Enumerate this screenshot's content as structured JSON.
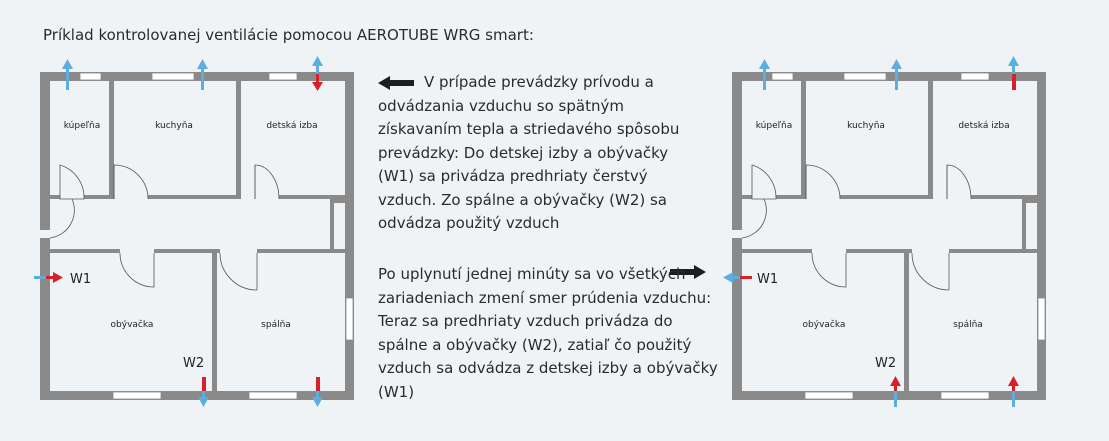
{
  "title": "Príklad kontrolovanej ventilácie pomocou AEROTUBE WRG smart:",
  "paragraph_1": "V prípade prevádzky prívodu a odvádzania vzduchu so spätným získavaním tepla a striedavého spôsobu prevádzky: Do detskej izby a obývačky (W1) sa privádza predhriaty čerstvý vzduch. Zo spálne a obývačky (W2) sa odvádza použitý vzduch",
  "paragraph_2": "Po uplynutí jednej minúty sa vo všetkých zariadeniach zmení smer prúdenia vzduchu: Teraz sa predhriaty vzduch privádza do spálne a obývačky (W2), zatiaľ čo použitý vzduch sa odvádza z detskej izby a obývačky (W1)",
  "rooms": {
    "bathroom": "kúpeľňa",
    "kitchen": "kuchyňa",
    "kids_room": "detská izba",
    "living_room": "obývačka",
    "bedroom": "spálňa"
  },
  "labels": {
    "w1": "W1",
    "w2": "W2"
  },
  "colors": {
    "wall": "#8a8a8a",
    "window": "#ffffff",
    "supply": "#d6212a",
    "exhaust": "#5aaee0",
    "background": "#f0f3f5"
  }
}
